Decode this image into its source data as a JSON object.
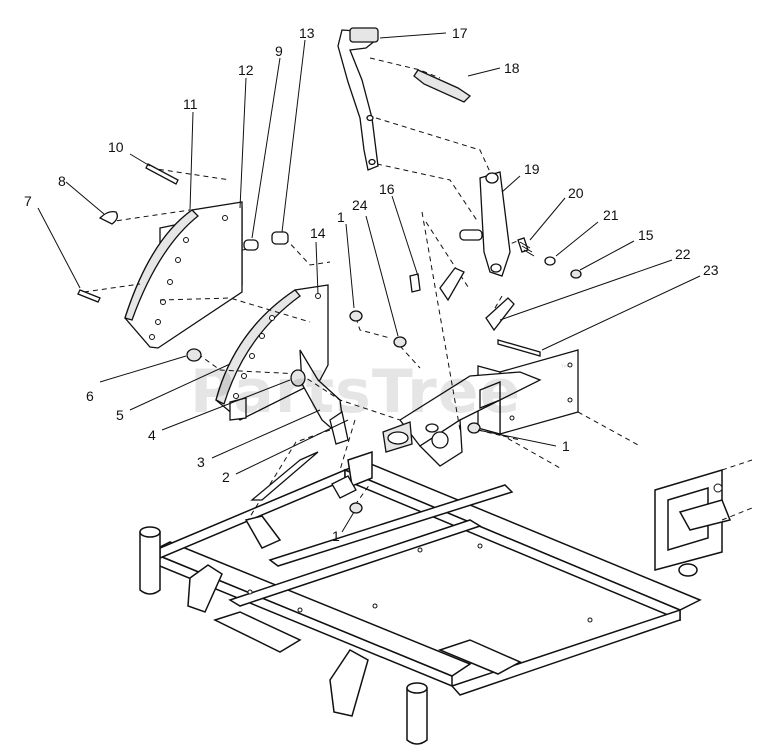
{
  "watermark": {
    "text": "PartsTree",
    "mark": "™"
  },
  "callouts": [
    {
      "id": "callout-17",
      "label": "17"
    },
    {
      "id": "callout-18",
      "label": "18"
    },
    {
      "id": "callout-13",
      "label": "13"
    },
    {
      "id": "callout-9",
      "label": "9"
    },
    {
      "id": "callout-12",
      "label": "12"
    },
    {
      "id": "callout-11",
      "label": "11"
    },
    {
      "id": "callout-10",
      "label": "10"
    },
    {
      "id": "callout-8",
      "label": "8"
    },
    {
      "id": "callout-7",
      "label": "7"
    },
    {
      "id": "callout-19",
      "label": "19"
    },
    {
      "id": "callout-16",
      "label": "16"
    },
    {
      "id": "callout-20",
      "label": "20"
    },
    {
      "id": "callout-21",
      "label": "21"
    },
    {
      "id": "callout-15",
      "label": "15"
    },
    {
      "id": "callout-22",
      "label": "22"
    },
    {
      "id": "callout-23",
      "label": "23"
    },
    {
      "id": "callout-14",
      "label": "14"
    },
    {
      "id": "callout-1a",
      "label": "1"
    },
    {
      "id": "callout-24",
      "label": "24"
    },
    {
      "id": "callout-6",
      "label": "6"
    },
    {
      "id": "callout-5",
      "label": "5"
    },
    {
      "id": "callout-4",
      "label": "4"
    },
    {
      "id": "callout-3",
      "label": "3"
    },
    {
      "id": "callout-2",
      "label": "2"
    },
    {
      "id": "callout-1b",
      "label": "1"
    },
    {
      "id": "callout-1c",
      "label": "1"
    }
  ]
}
